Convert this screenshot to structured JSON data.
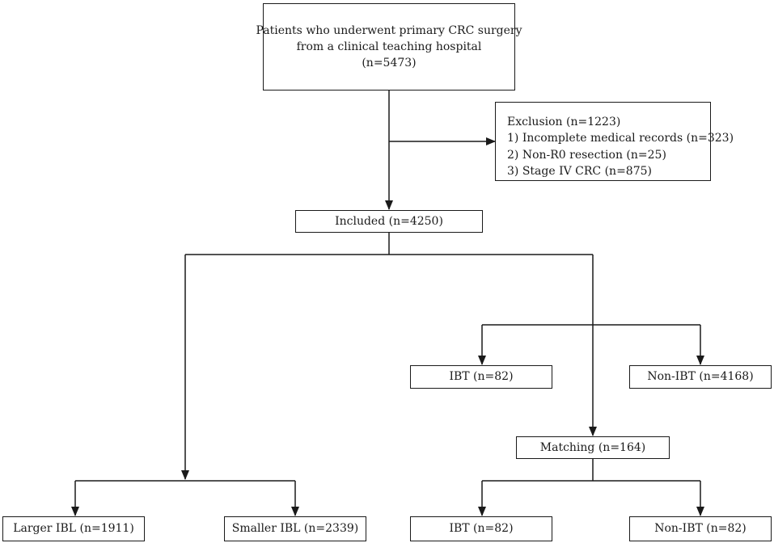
{
  "boxes": {
    "patients": {
      "lines": [
        "Patients who underwent primary CRC surgery",
        "from a clinical teaching hospital",
        "(n=5473)"
      ]
    },
    "exclusion": {
      "lines": [
        "Exclusion (n=1223)",
        "1) Incomplete medical records (n=323)",
        "2) Non-R0 resection (n=25)",
        "3) Stage IV CRC (n=875)"
      ]
    },
    "included": {
      "label": "Included (n=4250)"
    },
    "ibt_top": {
      "label": "IBT (n=82)"
    },
    "nonibt_top": {
      "label": "Non-IBT (n=4168)"
    },
    "matching": {
      "label": "Matching (n=164)"
    },
    "larger_ibl": {
      "label": "Larger IBL (n=1911)"
    },
    "smaller_ibl": {
      "label": "Smaller IBL (n=2339)"
    },
    "ibt_bottom": {
      "label": "IBT (n=82)"
    },
    "nonibt_bottom": {
      "label": "Non-IBT (n=82)"
    }
  },
  "colors": {
    "stroke": "#1a1a1a",
    "background": "#ffffff"
  }
}
